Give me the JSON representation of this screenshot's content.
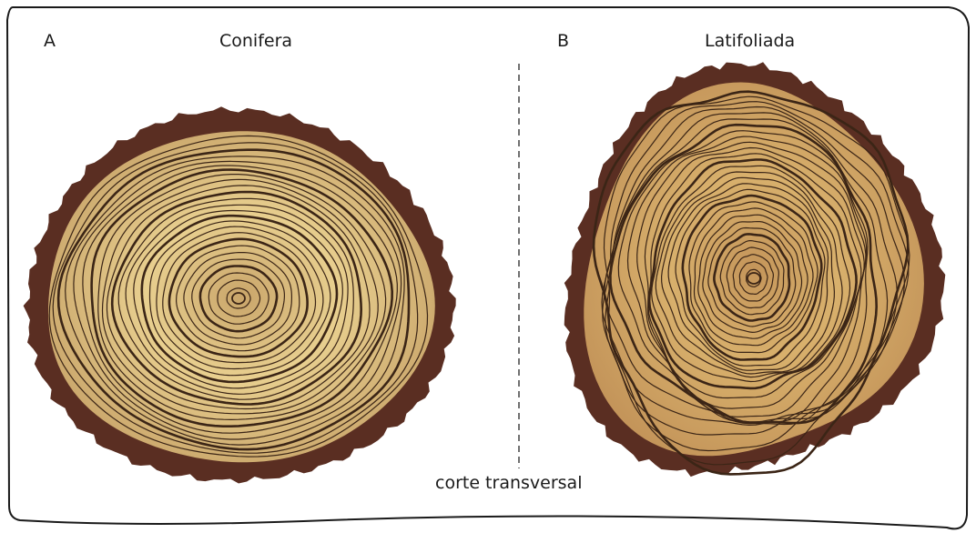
{
  "panels": [
    {
      "letter": "A",
      "title": "Conifera",
      "bark_color": "#5a2e22",
      "wood_light": "#e8cf8f",
      "wood_dark": "#c9a56a",
      "ring_color": "#3b2516"
    },
    {
      "letter": "B",
      "title": "Latifoliada",
      "bark_color": "#5a2e22",
      "wood_light": "#d8b06c",
      "wood_dark": "#c4955a",
      "ring_color": "#3b2516"
    }
  ],
  "caption": "corte transversal"
}
